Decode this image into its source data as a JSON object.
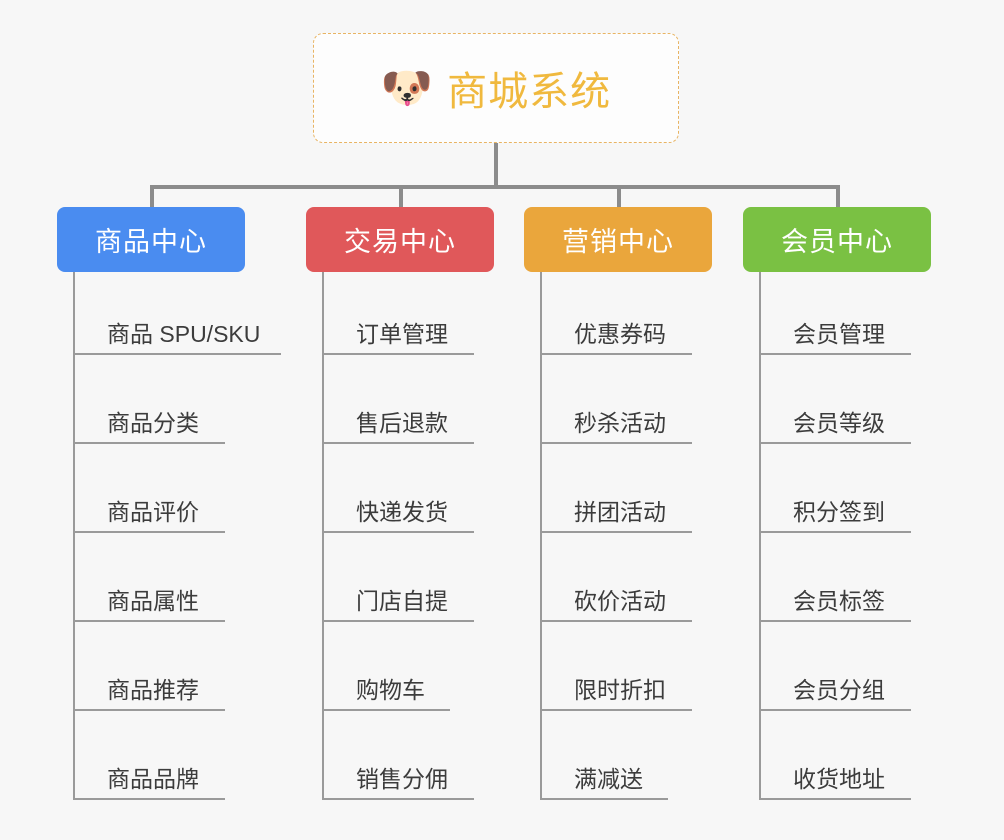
{
  "canvas": {
    "background": "#f7f7f7",
    "connector_color": "#8c8c8c",
    "rule_color": "#9a9a9a",
    "leaf_text_color": "#3c3c3c"
  },
  "root": {
    "icon": "shiba-dog-face-emoji",
    "emoji": "🐶",
    "title": "商城系统",
    "title_color": "#f0b93e",
    "border_color": "#e8b463",
    "border_style": "dashed",
    "background": "#fdfdfd"
  },
  "columns": [
    {
      "id": "product-center",
      "label": "商品中心",
      "color": "#4a8cf0",
      "text_color": "#ffffff",
      "items": [
        {
          "label": "商品 SPU/SKU",
          "rule_width": 208
        },
        {
          "label": "商品分类",
          "rule_width": 152
        },
        {
          "label": "商品评价",
          "rule_width": 152
        },
        {
          "label": "商品属性",
          "rule_width": 152
        },
        {
          "label": "商品推荐",
          "rule_width": 152
        },
        {
          "label": "商品品牌",
          "rule_width": 152
        }
      ]
    },
    {
      "id": "trade-center",
      "label": "交易中心",
      "color": "#e0585a",
      "text_color": "#ffffff",
      "items": [
        {
          "label": "订单管理",
          "rule_width": 152
        },
        {
          "label": "售后退款",
          "rule_width": 152
        },
        {
          "label": "快递发货",
          "rule_width": 152
        },
        {
          "label": "门店自提",
          "rule_width": 152
        },
        {
          "label": "购物车",
          "rule_width": 128
        },
        {
          "label": "销售分佣",
          "rule_width": 152
        }
      ]
    },
    {
      "id": "marketing-center",
      "label": "营销中心",
      "color": "#eaa63c",
      "text_color": "#ffffff",
      "items": [
        {
          "label": "优惠券码",
          "rule_width": 152
        },
        {
          "label": "秒杀活动",
          "rule_width": 152
        },
        {
          "label": "拼团活动",
          "rule_width": 152
        },
        {
          "label": "砍价活动",
          "rule_width": 152
        },
        {
          "label": "限时折扣",
          "rule_width": 152
        },
        {
          "label": "满减送",
          "rule_width": 128
        }
      ]
    },
    {
      "id": "member-center",
      "label": "会员中心",
      "color": "#7ac143",
      "text_color": "#ffffff",
      "items": [
        {
          "label": "会员管理",
          "rule_width": 152
        },
        {
          "label": "会员等级",
          "rule_width": 152
        },
        {
          "label": "积分签到",
          "rule_width": 152
        },
        {
          "label": "会员标签",
          "rule_width": 152
        },
        {
          "label": "会员分组",
          "rule_width": 152
        },
        {
          "label": "收货地址",
          "rule_width": 152
        }
      ]
    }
  ]
}
